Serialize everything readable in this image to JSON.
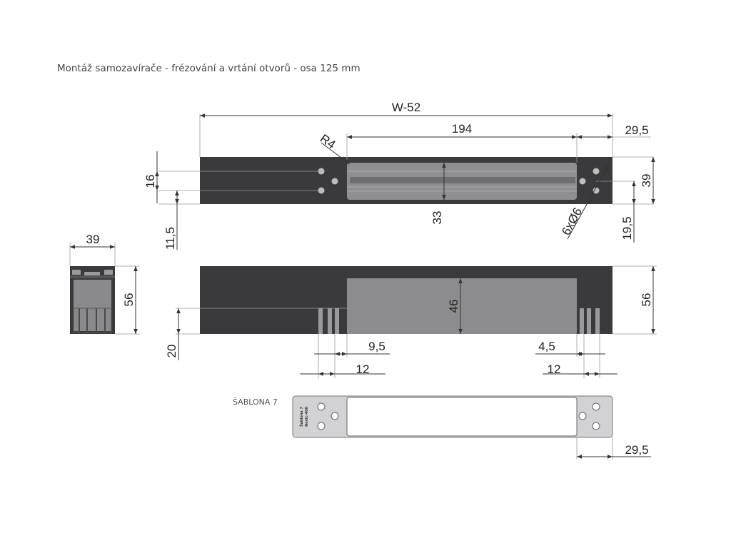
{
  "title": "Montáž samozavírače - frézování a vrtání otvorů - osa 125 mm",
  "top_view": {
    "width_dim": "W-52",
    "length_dim": "194",
    "offset_dim": "29,5",
    "radius_dim": "R4",
    "hole_spacing_dim": "16",
    "edge_dim": "11,5",
    "center_dim": "33",
    "holes_dim": "6xØ6",
    "depth_dim": "39",
    "hole_edge_dim": "19,5"
  },
  "section_view": {
    "width_dim": "39",
    "height_dim": "56"
  },
  "front_view": {
    "pocket_height_dim": "46",
    "height_dim": "56",
    "bottom_dim": "20",
    "left_hole_dim": "9,5",
    "left_width_dim": "12",
    "right_hole_dim": "4,5",
    "right_width_dim": "12"
  },
  "template": {
    "label": "ŠABLONA 7",
    "stamp_line1": "Šablona 7",
    "stamp_line2": "Novic-400",
    "offset_dim": "29,5"
  },
  "colors": {
    "profile": "#3a3a3c",
    "pocket": "#8c8c8e",
    "slot": "#9a9a9c",
    "hole": "#bdbdbd",
    "line": "#333333"
  }
}
